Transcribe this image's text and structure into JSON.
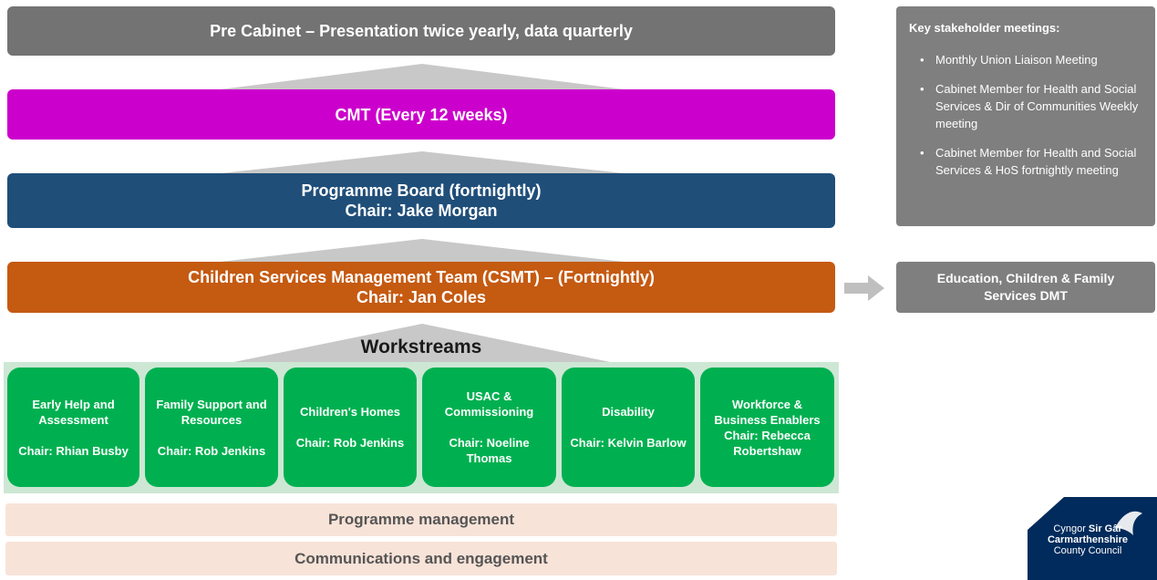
{
  "tiers": {
    "pre_cabinet": "Pre Cabinet – Presentation twice yearly, data quarterly",
    "cmt": "CMT (Every 12 weeks)",
    "programme_board": {
      "line1": "Programme Board (fortnightly)",
      "line2": "Chair: Jake Morgan"
    },
    "csmt": {
      "line1": "Children Services Management Team (CSMT) – (Fortnightly)",
      "line2": "Chair: Jan Coles"
    }
  },
  "colors": {
    "pre_cabinet": "#737373",
    "cmt": "#cc00cc",
    "programme_board": "#1f4e79",
    "csmt": "#c55a11",
    "workstream_box": "#00b050",
    "workstream_band": "#cde7d4",
    "bars": "#f8e3d8",
    "side_box": "#7f7f7f"
  },
  "workstreams": {
    "title": "Workstreams",
    "items": [
      {
        "name": "Early Help and Assessment",
        "chair": "Chair: Rhian Busby"
      },
      {
        "name": "Family Support and Resources",
        "chair": "Chair: Rob Jenkins"
      },
      {
        "name": "Children's Homes",
        "chair": "Chair: Rob Jenkins"
      },
      {
        "name": "USAC & Commissioning",
        "chair": "Chair: Noeline Thomas"
      },
      {
        "name": "Disability",
        "chair": "Chair: Kelvin Barlow"
      },
      {
        "name": "Workforce & Business Enablers",
        "chair": "Chair: Rebecca Robertshaw"
      }
    ]
  },
  "bars": {
    "programme_management": "Programme management",
    "communications": "Communications and engagement"
  },
  "stakeholders": {
    "title": "Key stakeholder meetings:",
    "items": [
      "Monthly Union Liaison Meeting",
      "Cabinet Member for Health and Social Services & Dir of Communities Weekly meeting",
      "Cabinet Member for Health and Social Services & HoS fortnightly meeting"
    ]
  },
  "dmt": "Education, Children & Family Services DMT",
  "logo": {
    "line1_a": "Cyngor ",
    "line1_b": "Sir Gâr",
    "line2": "Carmarthenshire",
    "line3": "County Council"
  }
}
